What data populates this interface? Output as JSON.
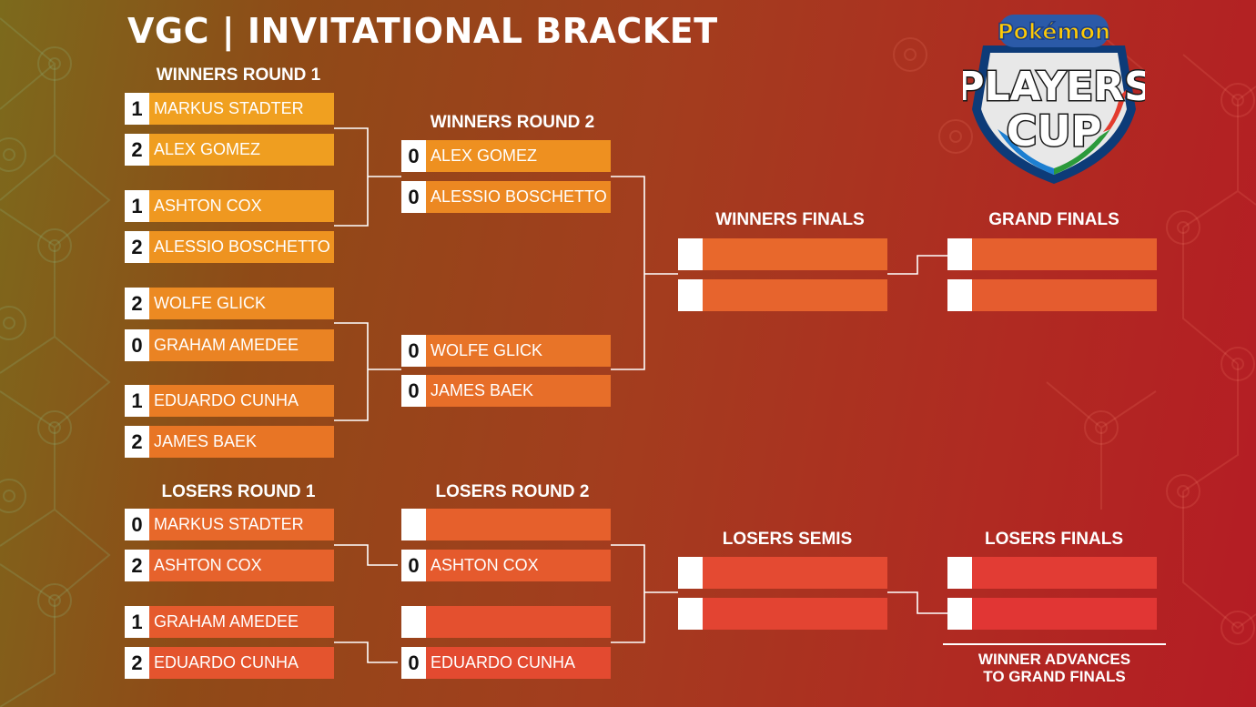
{
  "title": "VGC | INVITATIONAL BRACKET",
  "logo": {
    "top": "Pokémon",
    "line1": "PLAYERS",
    "line2": "CUP"
  },
  "rounds": {
    "wr1": "WINNERS ROUND 1",
    "wr2": "WINNERS ROUND 2",
    "wf": "WINNERS FINALS",
    "gf": "GRAND FINALS",
    "lr1": "LOSERS ROUND 1",
    "lr2": "LOSERS ROUND 2",
    "ls": "LOSERS SEMIS",
    "lf": "LOSERS FINALS"
  },
  "wr1": [
    {
      "score": "1",
      "name": "MARKUS STADTER"
    },
    {
      "score": "2",
      "name": "ALEX GOMEZ"
    },
    {
      "score": "1",
      "name": "ASHTON COX"
    },
    {
      "score": "2",
      "name": "ALESSIO BOSCHETTO"
    },
    {
      "score": "2",
      "name": "WOLFE GLICK"
    },
    {
      "score": "0",
      "name": "GRAHAM AMEDEE"
    },
    {
      "score": "1",
      "name": "EDUARDO CUNHA"
    },
    {
      "score": "2",
      "name": "JAMES BAEK"
    }
  ],
  "wr2": [
    {
      "score": "0",
      "name": "ALEX GOMEZ"
    },
    {
      "score": "0",
      "name": "ALESSIO BOSCHETTO"
    },
    {
      "score": "0",
      "name": "WOLFE GLICK"
    },
    {
      "score": "0",
      "name": "JAMES BAEK"
    }
  ],
  "wf": [
    {
      "score": "",
      "name": ""
    },
    {
      "score": "",
      "name": ""
    }
  ],
  "gf": [
    {
      "score": "",
      "name": ""
    },
    {
      "score": "",
      "name": ""
    }
  ],
  "lr1": [
    {
      "score": "0",
      "name": "MARKUS STADTER"
    },
    {
      "score": "2",
      "name": "ASHTON COX"
    },
    {
      "score": "1",
      "name": "GRAHAM AMEDEE"
    },
    {
      "score": "2",
      "name": "EDUARDO CUNHA"
    }
  ],
  "lr2": [
    {
      "score": "",
      "name": ""
    },
    {
      "score": "0",
      "name": "ASHTON COX"
    },
    {
      "score": "",
      "name": ""
    },
    {
      "score": "0",
      "name": "EDUARDO CUNHA"
    }
  ],
  "ls": [
    {
      "score": "",
      "name": ""
    },
    {
      "score": "",
      "name": ""
    }
  ],
  "lf": [
    {
      "score": "",
      "name": ""
    },
    {
      "score": "",
      "name": ""
    }
  ],
  "note": {
    "line1": "WINNER ADVANCES",
    "line2": "TO GRAND FINALS"
  },
  "colors": {
    "bar_top": "#f0a020",
    "bar_bottom": "#e03a2c",
    "score_box": "#ffffff",
    "text": "#ffffff"
  }
}
